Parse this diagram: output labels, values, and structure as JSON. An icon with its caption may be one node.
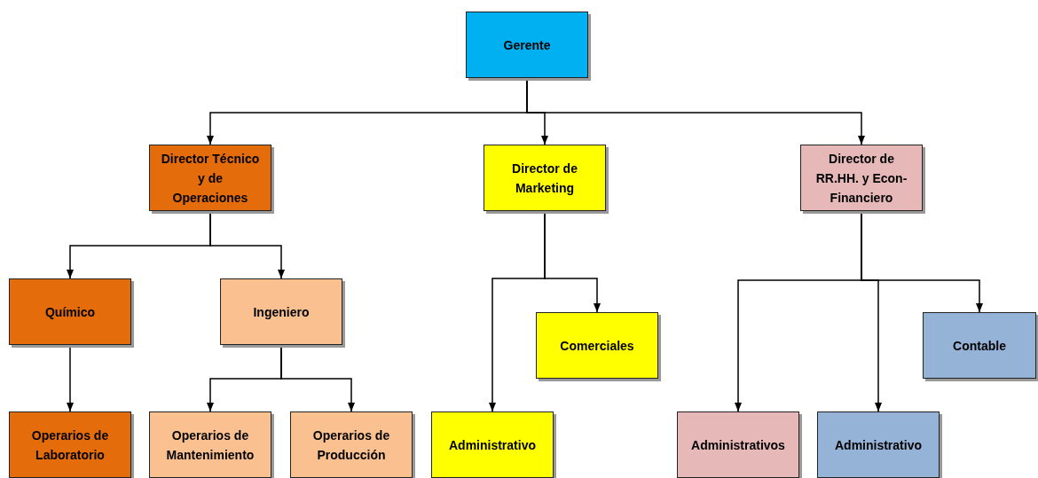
{
  "diagram": {
    "nodes": [
      {
        "text": [
          "Gerente"
        ]
      },
      {
        "text": [
          "Director Técnico y de Operaciones"
        ]
      },
      {
        "text": [
          "Director de Marketing"
        ]
      },
      {
        "text": [
          "Director de RR.HH. y Econ-Financiero"
        ]
      },
      {
        "text": [
          "Químico"
        ]
      },
      {
        "text": [
          "Ingeniero"
        ]
      },
      {
        "text": [
          "Comerciales"
        ]
      },
      {
        "text": [
          "Contable"
        ]
      },
      {
        "text": [
          "Operarios de Laboratorio"
        ]
      },
      {
        "text": [
          "Operarios de Mantenimiento"
        ]
      },
      {
        "text": [
          "Operarios de Producción"
        ]
      },
      {
        "text": [
          "Administrativo"
        ]
      },
      {
        "text": [
          "Administrativos"
        ]
      },
      {
        "text": [
          "Administrativo"
        ]
      }
    ],
    "edges": [
      {
        "from": 0,
        "to": 1,
        "arrow": "to"
      },
      {
        "from": 0,
        "to": 2,
        "arrow": "to"
      },
      {
        "from": 0,
        "to": 3,
        "arrow": "to"
      },
      {
        "from": 1,
        "to": 4,
        "arrow": "to"
      },
      {
        "from": 1,
        "to": 5,
        "arrow": "to"
      },
      {
        "from": 2,
        "to": 11,
        "arrow": "to"
      },
      {
        "from": 2,
        "to": 6,
        "arrow": "to"
      },
      {
        "from": 3,
        "to": 12,
        "arrow": "to"
      },
      {
        "from": 3,
        "to": 13,
        "arrow": "to"
      },
      {
        "from": 3,
        "to": 7,
        "arrow": "to"
      },
      {
        "from": 4,
        "to": 8,
        "arrow": "to"
      },
      {
        "from": 5,
        "to": 9,
        "arrow": "to"
      },
      {
        "from": 5,
        "to": 10,
        "arrow": "to"
      }
    ]
  }
}
